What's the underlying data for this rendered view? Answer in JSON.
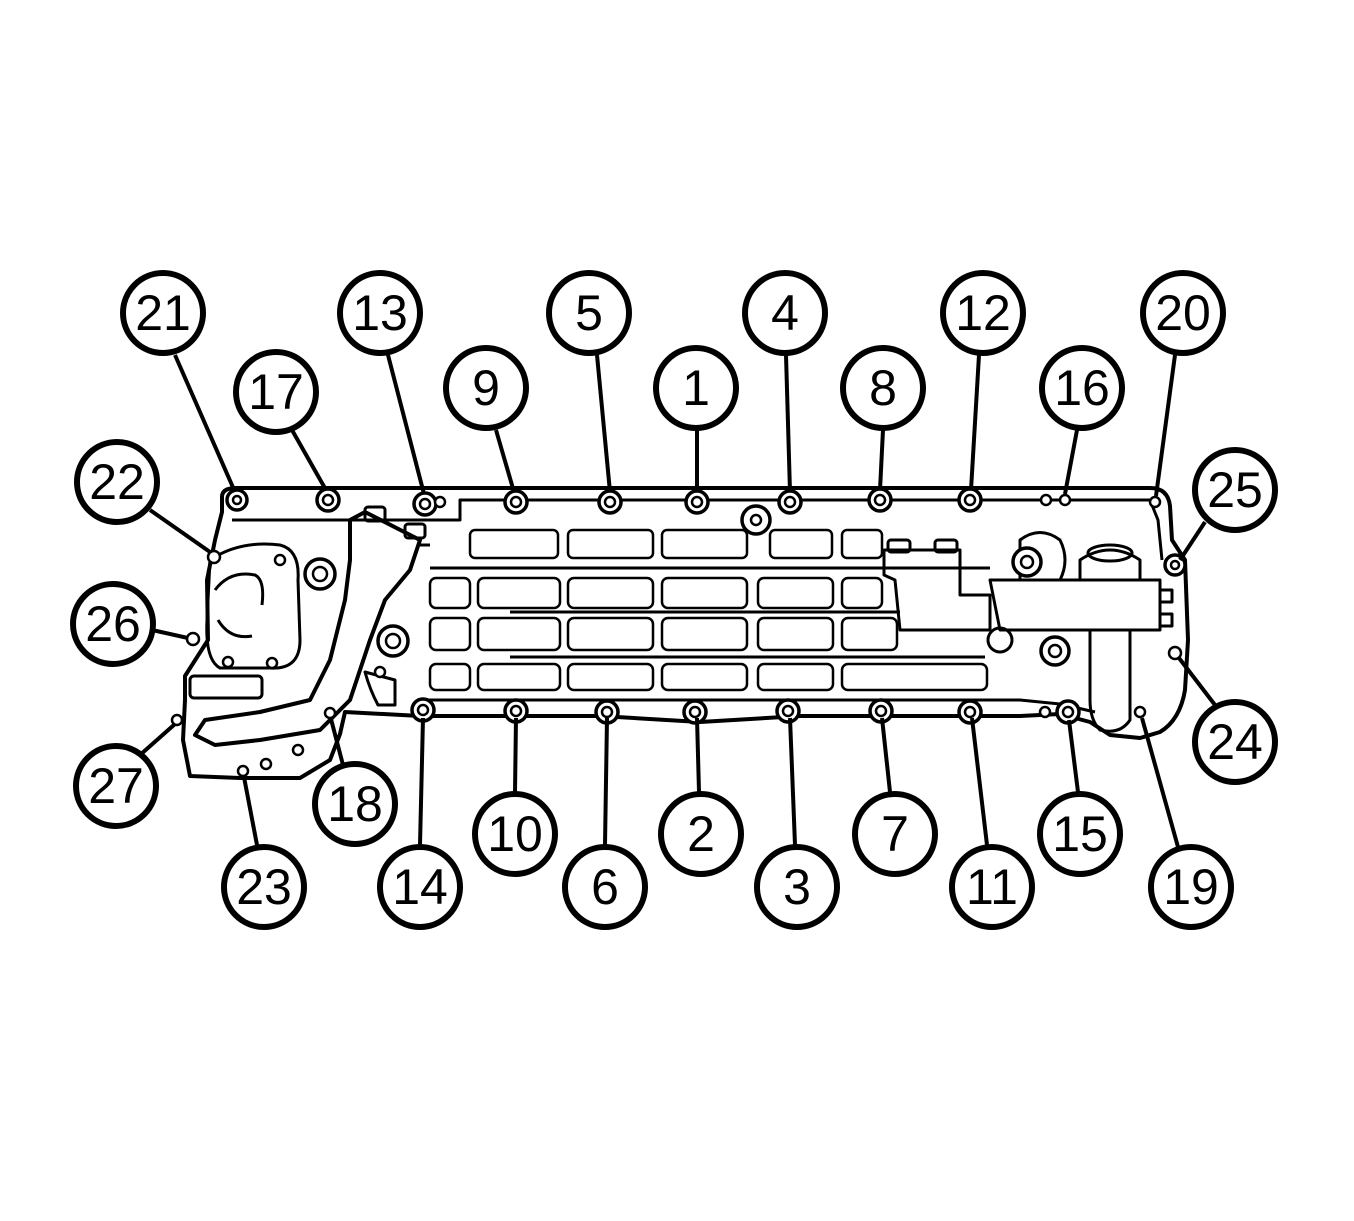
{
  "callouts": [
    {
      "label": "1"
    },
    {
      "label": "2"
    },
    {
      "label": "3"
    },
    {
      "label": "4"
    },
    {
      "label": "5"
    },
    {
      "label": "6"
    },
    {
      "label": "7"
    },
    {
      "label": "8"
    },
    {
      "label": "9"
    },
    {
      "label": "10"
    },
    {
      "label": "11"
    },
    {
      "label": "12"
    },
    {
      "label": "13"
    },
    {
      "label": "14"
    },
    {
      "label": "15"
    },
    {
      "label": "16"
    },
    {
      "label": "17"
    },
    {
      "label": "18"
    },
    {
      "label": "19"
    },
    {
      "label": "20"
    },
    {
      "label": "21"
    },
    {
      "label": "22"
    },
    {
      "label": "23"
    },
    {
      "label": "24"
    },
    {
      "label": "25"
    },
    {
      "label": "26"
    },
    {
      "label": "27"
    }
  ],
  "colors": {
    "line": "#000000",
    "background": "#ffffff"
  }
}
